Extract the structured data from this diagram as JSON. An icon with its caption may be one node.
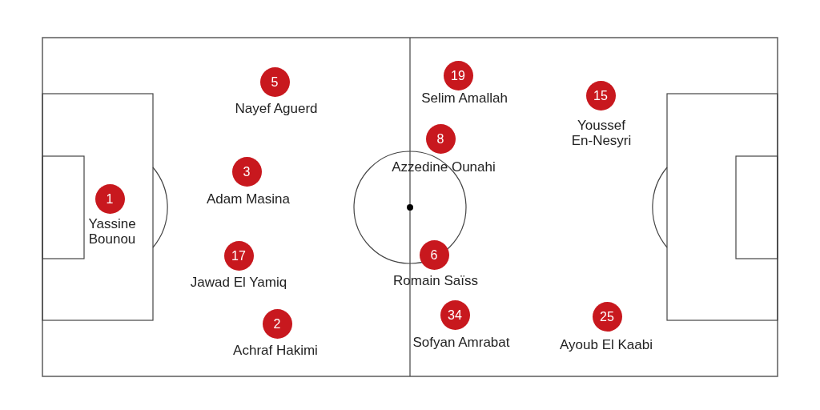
{
  "diagram": {
    "nodes": [
      {
        "text": [
          "1"
        ],
        "beside": [
          "Yassine Bounou"
        ]
      },
      {
        "text": [
          "5"
        ],
        "beside": [
          "Nayef Aguerd"
        ]
      },
      {
        "text": [
          "3"
        ],
        "beside": [
          "Adam Masina"
        ]
      },
      {
        "text": [
          "17"
        ],
        "beside": [
          "Jawad El Yamiq"
        ]
      },
      {
        "text": [
          "2"
        ],
        "beside": [
          "Achraf Hakimi"
        ]
      },
      {
        "text": [
          "19"
        ],
        "beside": [
          "Selim Amallah"
        ]
      },
      {
        "text": [
          "8"
        ],
        "beside": [
          "Azzedine Ounahi"
        ]
      },
      {
        "text": [
          "6"
        ],
        "beside": [
          "Romain Saïss"
        ]
      },
      {
        "text": [
          "34"
        ],
        "beside": [
          "Sofyan Amrabat"
        ]
      },
      {
        "text": [
          "15"
        ],
        "beside": [
          "Youssef En-Nesyri"
        ]
      },
      {
        "text": [
          "25"
        ],
        "beside": [
          "Ayoub El Kaabi"
        ]
      }
    ]
  }
}
